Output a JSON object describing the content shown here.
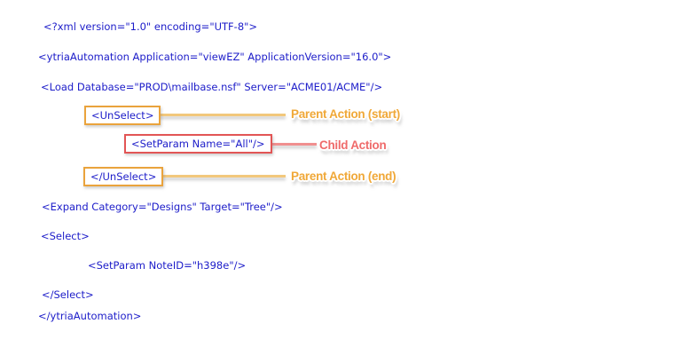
{
  "code": {
    "line_xml_decl": "<?xml version=\"1.0\" encoding=\"UTF-8\">",
    "line_root_open": "<ytriaAutomation Application=\"viewEZ\" ApplicationVersion=\"16.0\">",
    "line_load": "<Load Database=\"PROD\\mailbase.nsf\" Server=\"ACME01/ACME\"/>",
    "line_unselect_open": "<UnSelect>",
    "line_setparam_all": "<SetParam Name=\"All\"/>",
    "line_unselect_close": "</UnSelect>",
    "line_expand": "<Expand Category=\"Designs\" Target=\"Tree\"/>",
    "line_select_open": "<Select>",
    "line_setparam_noteid": "<SetParam NoteID=\"h398e\"/>",
    "line_select_close": "</Select>",
    "line_root_close": "</ytriaAutomation>"
  },
  "callouts": {
    "parent_start_label": "Parent Action (start)",
    "child_label": "Child Action",
    "parent_end_label": "Parent Action (end)"
  },
  "colors": {
    "xml_text": "#1c1cc9",
    "parent_accent": "#eaa33c",
    "parent_line": "#f2c87c",
    "child_accent": "#e25555",
    "child_line": "#f08f8f",
    "label_orange": "#f0a838",
    "label_red": "#ef6b6b"
  }
}
